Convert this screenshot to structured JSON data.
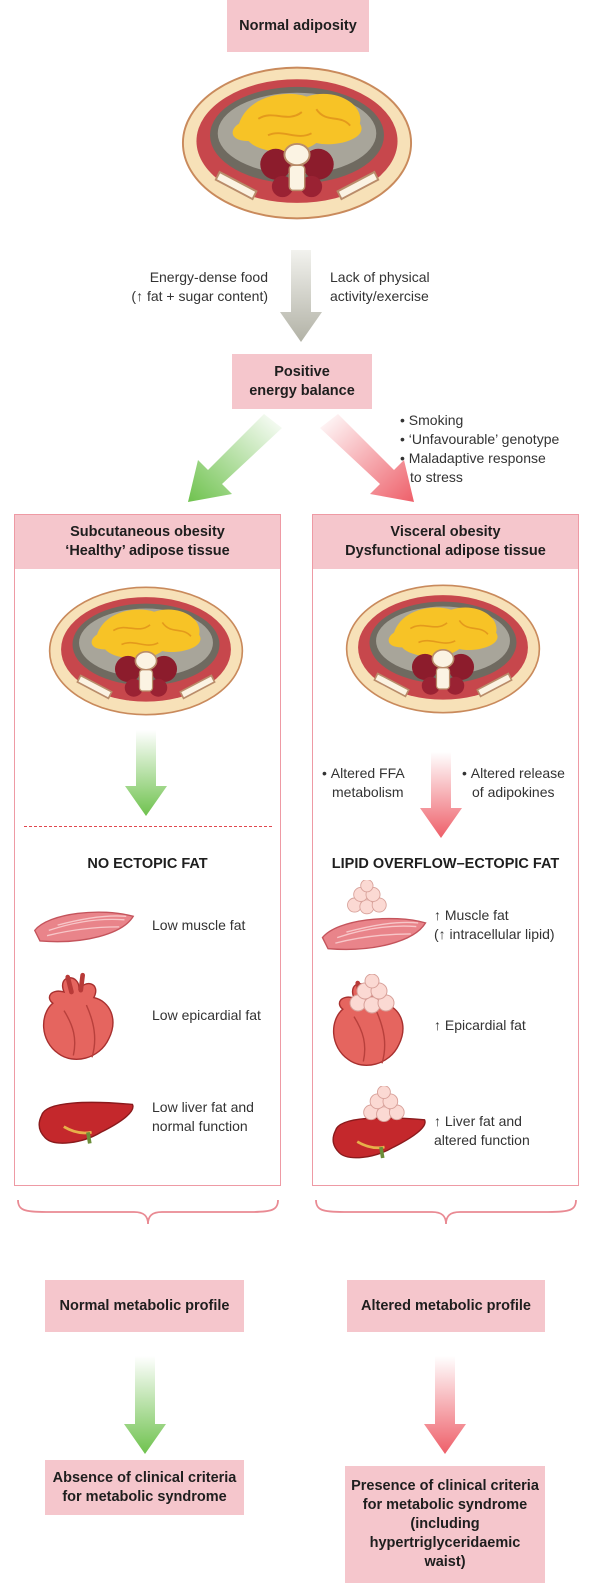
{
  "top": {
    "normal_adiposity": "Normal adiposity",
    "food_cause": [
      "Energy-dense food",
      "(↑ fat + sugar content)"
    ],
    "activity_cause": [
      "Lack of physical",
      "activity/exercise"
    ],
    "positive_balance": [
      "Positive",
      "energy balance"
    ],
    "risk_factors": [
      "Smoking",
      "‘Unfavourable’ genotype",
      "Maladaptive response",
      "to stress"
    ]
  },
  "left": {
    "header": [
      "Subcutaneous obesity",
      "‘Healthy’ adipose tissue"
    ],
    "section_title": "NO ECTOPIC FAT",
    "organs": [
      {
        "icon": "muscle-icon",
        "text": [
          "Low muscle fat"
        ]
      },
      {
        "icon": "heart-icon",
        "text": [
          "Low epicardial fat"
        ]
      },
      {
        "icon": "liver-icon",
        "text": [
          "Low liver fat and",
          "normal function"
        ]
      }
    ],
    "profile": "Normal metabolic profile",
    "outcome": [
      "Absence of clinical criteria",
      "for metabolic  syndrome"
    ]
  },
  "right": {
    "header": [
      "Visceral obesity",
      "Dysfunctional adipose tissue"
    ],
    "mechanisms": [
      [
        "Altered FFA",
        "metabolism"
      ],
      [
        "Altered release",
        "of adipokines"
      ]
    ],
    "section_title": "LIPID OVERFLOW–ECTOPIC FAT",
    "organs": [
      {
        "icon": "muscle-fat-icon",
        "text": [
          "↑ Muscle fat",
          "(↑ intracellular lipid)"
        ]
      },
      {
        "icon": "heart-fat-icon",
        "text": [
          "↑ Epicardial fat"
        ]
      },
      {
        "icon": "liver-fat-icon",
        "text": [
          "↑ Liver fat and",
          "altered function"
        ]
      }
    ],
    "profile": "Altered metabolic profile",
    "outcome": [
      "Presence of clinical criteria",
      "for metabolic syndrome",
      "(including",
      "hypertriglyceridaemic",
      "waist)"
    ]
  },
  "colors": {
    "box_fill": "#f5c6cc",
    "panel_border": "#ee9aa4",
    "green_arrow": "#7cc55a",
    "red_arrow": "#ef6b73",
    "grey_arrow": "#b7b7ad"
  }
}
